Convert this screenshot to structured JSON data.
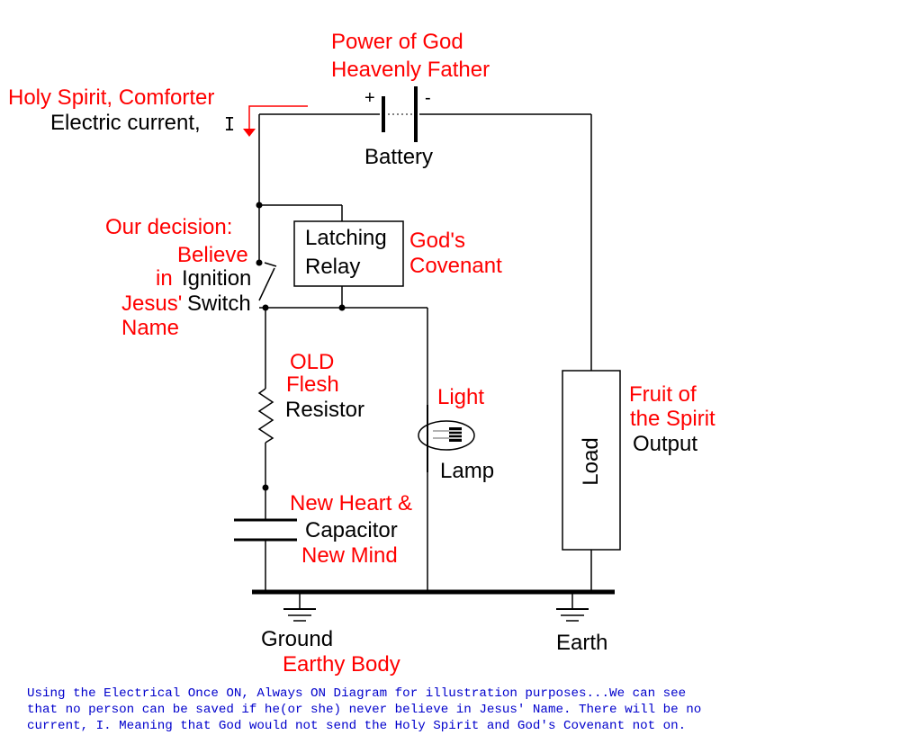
{
  "colors": {
    "annotation": "#ff0000",
    "component": "#000000",
    "caption": "#0000cc",
    "wire": "#000000"
  },
  "labels": {
    "power_line1": "Power of God",
    "power_line2": "Heavenly Father",
    "holy_spirit": "Holy Spirit, Comforter",
    "electric_current": "Electric current,",
    "current_symbol": "I",
    "battery": "Battery",
    "plus": "+",
    "minus": "-",
    "decision": "Our decision:",
    "believe": "Believe",
    "in": "in",
    "jesus": "Jesus'",
    "name": "Name",
    "ignition": "Ignition",
    "switch": "Switch",
    "relay_line1": "Latching",
    "relay_line2": "Relay",
    "covenant_line1": "God's",
    "covenant_line2": "Covenant",
    "old": "OLD",
    "flesh": "Flesh",
    "resistor": "Resistor",
    "light": "Light",
    "lamp": "Lamp",
    "fruit_line1": "Fruit of",
    "fruit_line2": "the Spirit",
    "output": "Output",
    "load": "Load",
    "new_heart": "New Heart &",
    "capacitor": "Capacitor",
    "new_mind": "New Mind",
    "ground": "Ground",
    "earthy_body": "Earthy Body",
    "earth": "Earth"
  },
  "caption": {
    "line1": "Using the Electrical Once ON, Always ON Diagram for illustration purposes...We can see",
    "line2": "that no person can be saved if he(or she) never believe in Jesus' Name. There will be no",
    "line3": "current, I. Meaning that God would not send the Holy Spirit and God's Covenant not on."
  }
}
